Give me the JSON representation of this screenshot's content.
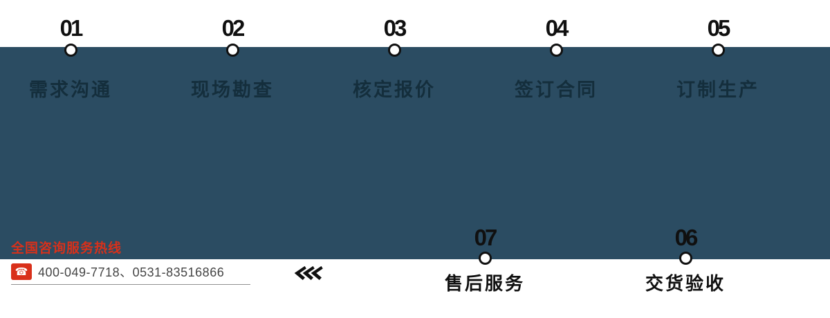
{
  "theme": {
    "band_color": "#2b4c62",
    "number_color": "#101010",
    "step_label_color": "#142e3c",
    "accent_red": "#d9301a",
    "underline_color": "#8f8f8f",
    "phone_number_color": "#444444"
  },
  "process": {
    "top_steps": [
      {
        "number": "01",
        "label": "需求沟通"
      },
      {
        "number": "02",
        "label": "现场勘查"
      },
      {
        "number": "03",
        "label": "核定报价"
      },
      {
        "number": "04",
        "label": "签订合同"
      },
      {
        "number": "05",
        "label": "订制生产"
      }
    ],
    "bottom_steps": [
      {
        "number": "07",
        "label": "售后服务"
      },
      {
        "number": "06",
        "label": "交货验收"
      }
    ]
  },
  "hotline": {
    "title": "全国咨询服务热线",
    "numbers": "400-049-7718、0531-83516866"
  },
  "icons": {
    "phone_glyph": "☎",
    "chevrons_name": "triple-left-chevrons"
  }
}
